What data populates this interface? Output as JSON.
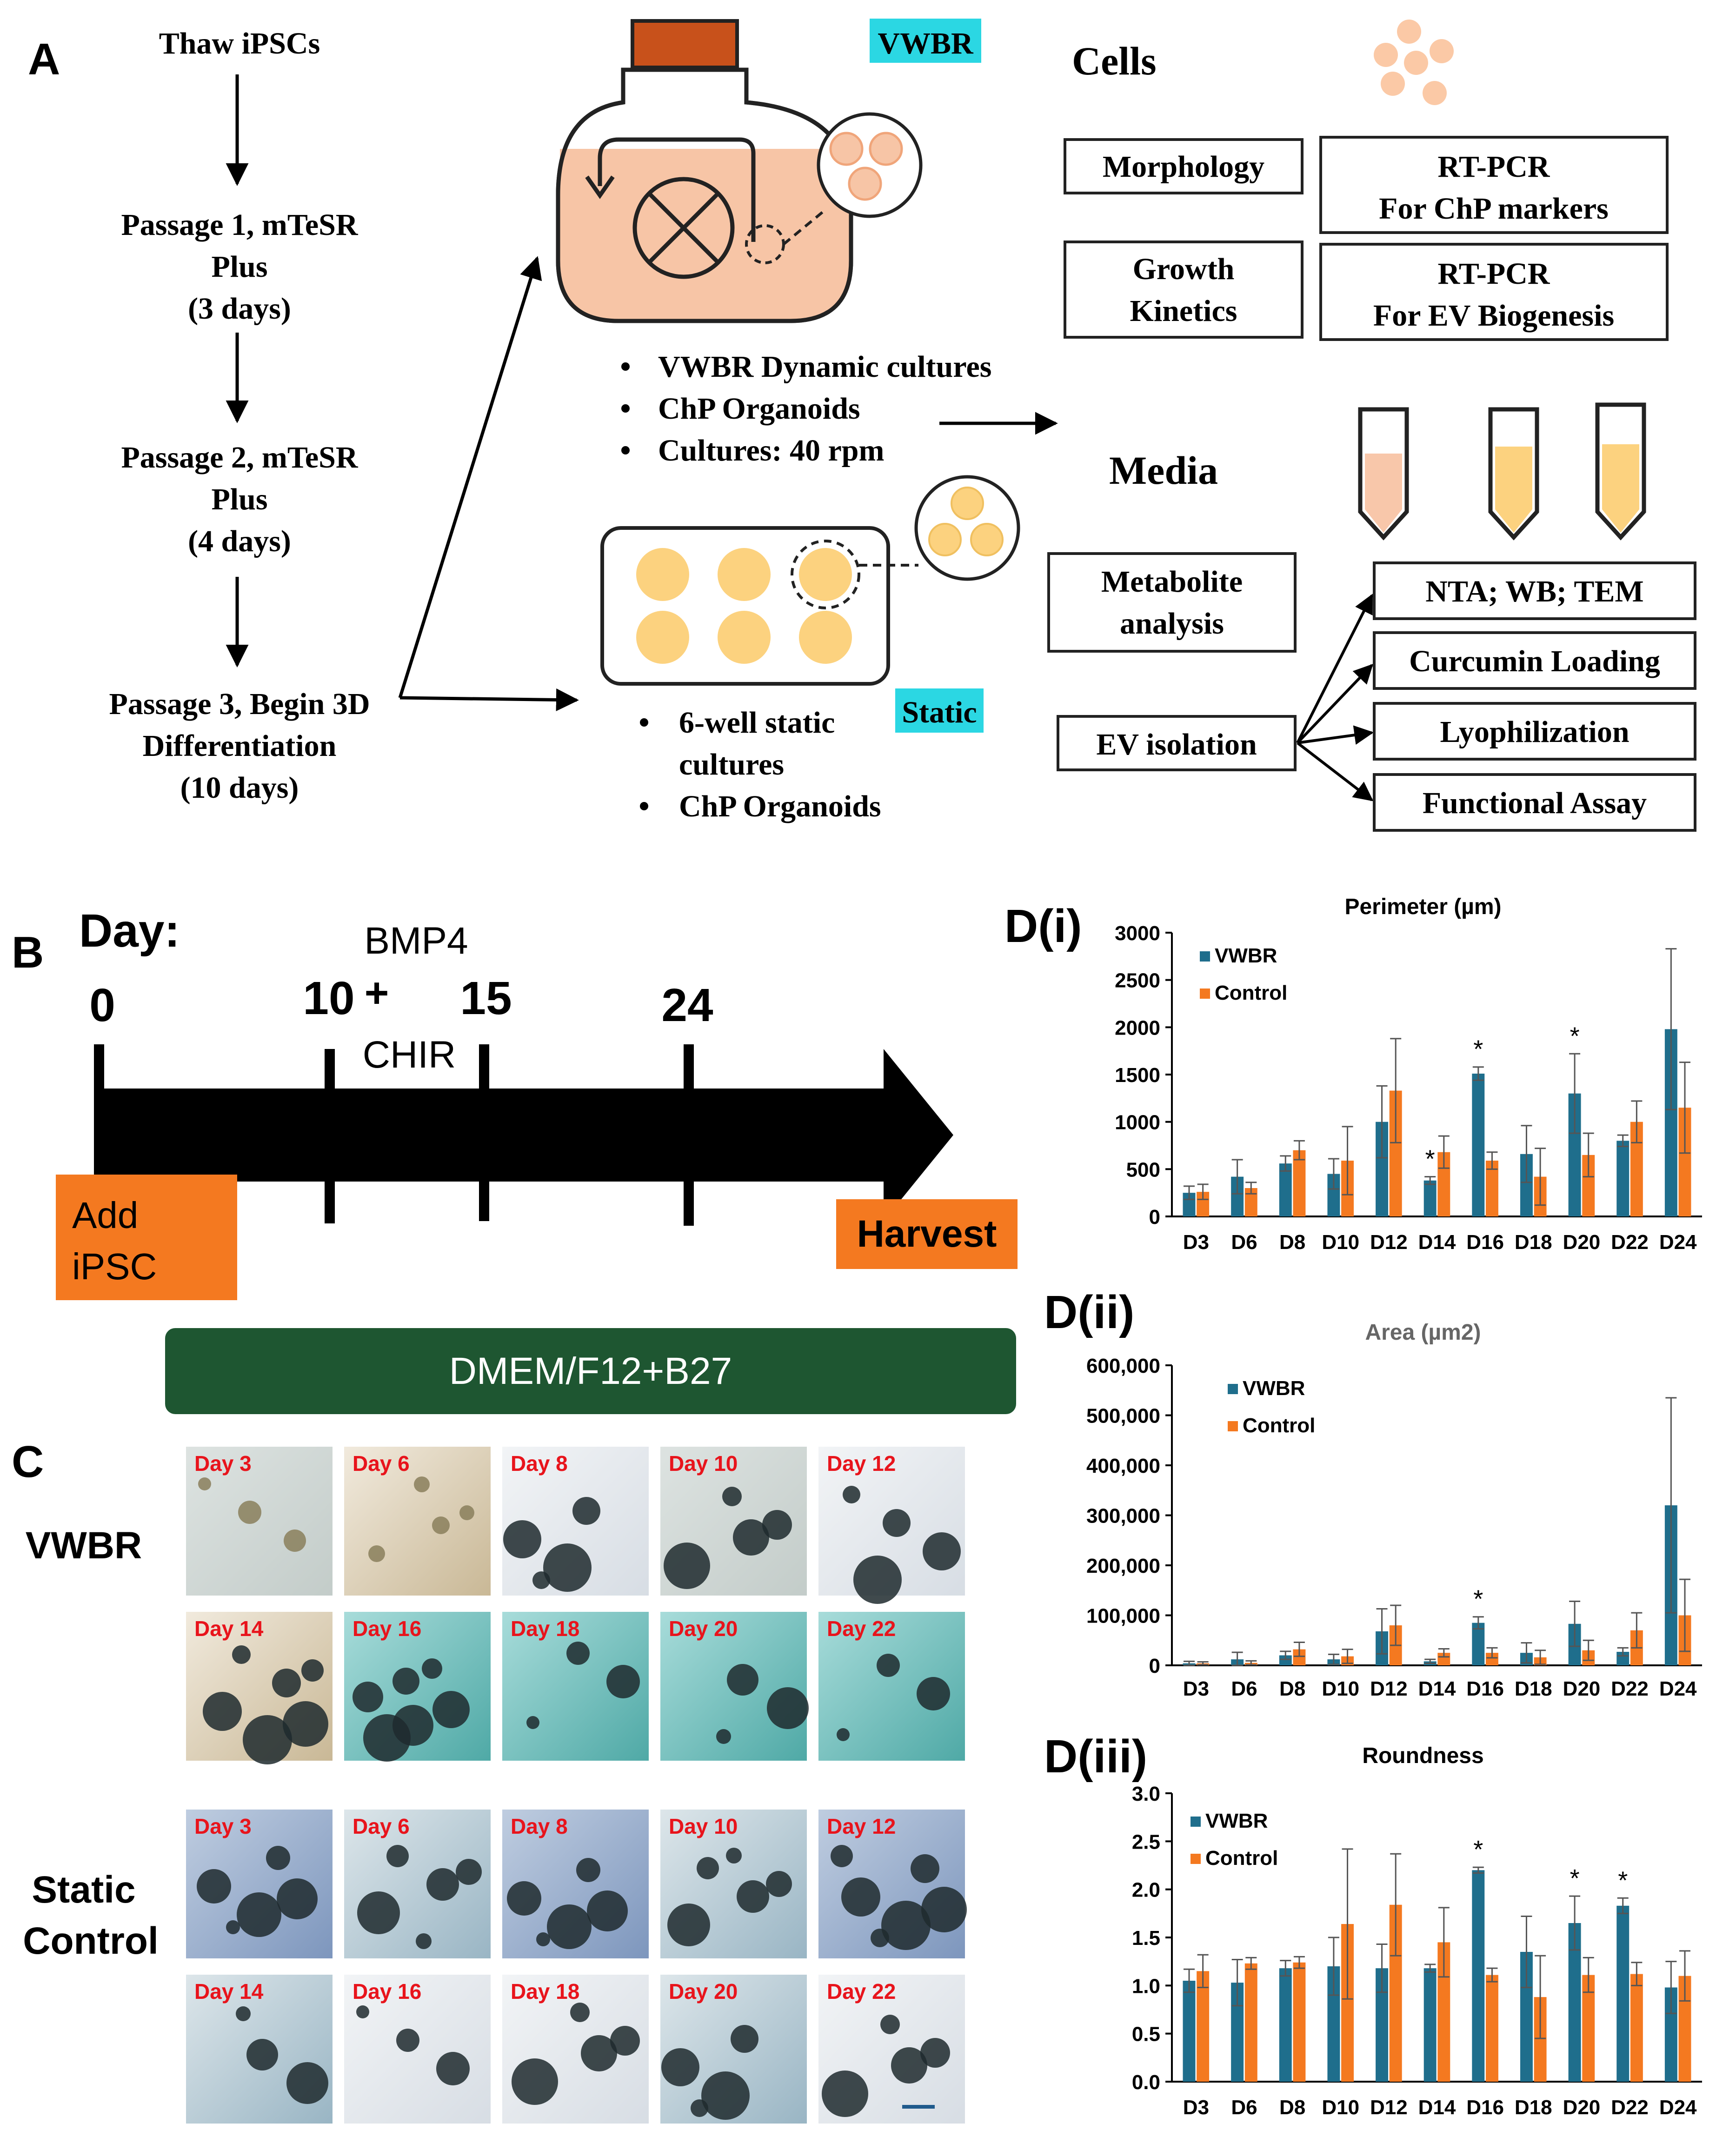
{
  "panel_labels": {
    "a": "A",
    "b": "B",
    "c": "C",
    "d1": "D(i)",
    "d2": "D(ii)",
    "d3": "D(iii)"
  },
  "panelA": {
    "steps": [
      "Thaw iPSCs",
      "Passage 1, mTeSR",
      "Plus",
      "(3 days)",
      "Passage 2, mTeSR",
      "Plus",
      "(4 days)",
      "Passage 3, Begin 3D",
      "Differentiation",
      "(10 days)"
    ],
    "vwbr_tag": "VWBR",
    "static_tag": "Static",
    "vwbr_bullets": [
      "VWBR Dynamic cultures",
      "ChP Organoids",
      "Cultures: 40 rpm"
    ],
    "static_bullets": [
      "6-well static",
      "cultures",
      "ChP Organoids"
    ],
    "cells_title": "Cells",
    "media_title": "Media",
    "cell_boxes": [
      [
        "Morphology"
      ],
      [
        "RT-PCR",
        "For ChP markers"
      ],
      [
        "Growth",
        "Kinetics"
      ],
      [
        "RT-PCR",
        "For EV Biogenesis"
      ]
    ],
    "media_boxes": [
      [
        "Metabolite",
        "analysis"
      ],
      [
        "EV isolation"
      ]
    ],
    "ev_boxes": [
      "NTA; WB; TEM",
      "Curcumin Loading",
      "Lyophilization",
      "Functional Assay"
    ]
  },
  "panelB": {
    "day_label": "Day:",
    "ticks": [
      "0",
      "10",
      "15",
      "24"
    ],
    "bmp4": "BMP4",
    "plus": "+",
    "chir": "CHIR",
    "add": [
      "Add",
      "iPSC"
    ],
    "harvest": "Harvest",
    "medium": "DMEM/F12+B27",
    "colors": {
      "add": "#F47920",
      "harvest": "#F47920",
      "medium": "#1E5631",
      "arrow": "#000000"
    }
  },
  "panelC": {
    "vwbr_label": "VWBR",
    "static_label": [
      "Static",
      "Control"
    ],
    "days_top": [
      "Day 3",
      "Day 6",
      "Day 8",
      "Day 10",
      "Day 12"
    ],
    "days_bottom": [
      "Day 14",
      "Day 16",
      "Day 18",
      "Day 20",
      "Day 22"
    ]
  },
  "chart_data": [
    {
      "type": "bar",
      "title": "Perimeter (µm)",
      "categories": [
        "D3",
        "D6",
        "D8",
        "D10",
        "D12",
        "D14",
        "D16",
        "D18",
        "D20",
        "D22",
        "D24"
      ],
      "ylim": [
        0,
        3000
      ],
      "yticks": [
        "0",
        "500",
        "1000",
        "1500",
        "2000",
        "2500",
        "3000"
      ],
      "series": [
        {
          "name": "VWBR",
          "color": "#1F6E8C",
          "values": [
            250,
            420,
            560,
            450,
            1000,
            380,
            1510,
            660,
            1300,
            800,
            1980
          ],
          "errors": [
            70,
            180,
            80,
            160,
            380,
            40,
            70,
            300,
            420,
            60,
            850
          ]
        },
        {
          "name": "Control",
          "color": "#F47920",
          "values": [
            260,
            300,
            700,
            590,
            1330,
            680,
            590,
            420,
            650,
            1000,
            1150
          ],
          "errors": [
            80,
            60,
            100,
            360,
            550,
            170,
            90,
            300,
            230,
            220,
            480
          ]
        }
      ],
      "significance": [
        {
          "x": "D14",
          "series": "VWBR"
        },
        {
          "x": "D16",
          "series": "VWBR"
        },
        {
          "x": "D20",
          "series": "VWBR"
        }
      ],
      "legend": "top-left",
      "grid": false
    },
    {
      "type": "bar",
      "title": "Area (µm2)",
      "categories": [
        "D3",
        "D6",
        "D8",
        "D10",
        "D12",
        "D14",
        "D16",
        "D18",
        "D20",
        "D22",
        "D24"
      ],
      "ylim": [
        0,
        600000
      ],
      "yticks": [
        "0",
        "100,000",
        "200,000",
        "300,000",
        "400,000",
        "500,000",
        "600,000"
      ],
      "series": [
        {
          "name": "VWBR",
          "color": "#1F6E8C",
          "values": [
            4000,
            12000,
            20000,
            12000,
            68000,
            8000,
            85000,
            25000,
            83000,
            27000,
            320000
          ],
          "errors": [
            4000,
            14000,
            8000,
            10000,
            45000,
            4000,
            12000,
            20000,
            45000,
            8000,
            215000
          ]
        },
        {
          "name": "Control",
          "color": "#F47920",
          "values": [
            4000,
            5000,
            32000,
            18000,
            80000,
            25000,
            25000,
            16000,
            30000,
            70000,
            100000
          ],
          "errors": [
            3000,
            4000,
            14000,
            14000,
            40000,
            8000,
            10000,
            14000,
            20000,
            35000,
            72000
          ]
        }
      ],
      "significance": [
        {
          "x": "D16",
          "series": "VWBR"
        }
      ],
      "legend": "top-left",
      "grid": false
    },
    {
      "type": "bar",
      "title": "Roundness",
      "categories": [
        "D3",
        "D6",
        "D8",
        "D10",
        "D12",
        "D14",
        "D16",
        "D18",
        "D20",
        "D22",
        "D24"
      ],
      "ylim": [
        0,
        3
      ],
      "yticks": [
        "0.0",
        "0.5",
        "1.0",
        "1.5",
        "2.0",
        "2.5",
        "3.0"
      ],
      "series": [
        {
          "name": "VWBR",
          "color": "#1F6E8C",
          "values": [
            1.05,
            1.03,
            1.18,
            1.2,
            1.18,
            1.18,
            2.2,
            1.35,
            1.65,
            1.83,
            0.98
          ],
          "errors": [
            0.12,
            0.24,
            0.08,
            0.3,
            0.25,
            0.04,
            0.03,
            0.37,
            0.28,
            0.08,
            0.27
          ]
        },
        {
          "name": "Control",
          "color": "#F47920",
          "values": [
            1.15,
            1.23,
            1.24,
            1.64,
            1.84,
            1.45,
            1.11,
            0.88,
            1.11,
            1.12,
            1.1
          ],
          "errors": [
            0.17,
            0.06,
            0.06,
            0.78,
            0.53,
            0.36,
            0.07,
            0.43,
            0.18,
            0.12,
            0.26
          ]
        }
      ],
      "significance": [
        {
          "x": "D16",
          "series": "VWBR"
        },
        {
          "x": "D20",
          "series": "VWBR"
        },
        {
          "x": "D22",
          "series": "VWBR"
        }
      ],
      "legend": "top-left",
      "grid": false
    }
  ]
}
